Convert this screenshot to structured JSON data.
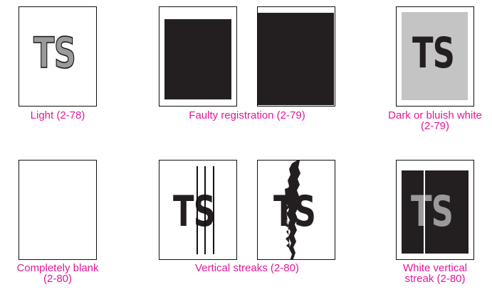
{
  "panels": [
    {
      "id": "light",
      "caption_lines": [
        "Light (2-78)"
      ]
    },
    {
      "id": "faulty-registration",
      "caption_lines": [
        "Faulty registration (2-79)"
      ]
    },
    {
      "id": "dark-or-bluish",
      "caption_lines": [
        "Dark or bluish white",
        "(2-79)"
      ]
    },
    {
      "id": "completely-blank",
      "caption_lines": [
        "Completely blank",
        "(2-80)"
      ]
    },
    {
      "id": "vertical-streaks",
      "caption_lines": [
        "Vertical streaks (2-80)"
      ]
    },
    {
      "id": "white-vertical-streak",
      "caption_lines": [
        "White vertical",
        "streak (2-80)"
      ]
    }
  ],
  "sample_text": "TS",
  "colors": {
    "caption": "#e0199a",
    "black": "#231f20",
    "gray_text": "#9a9a9a",
    "gray_fill": "#c4c4c4"
  }
}
